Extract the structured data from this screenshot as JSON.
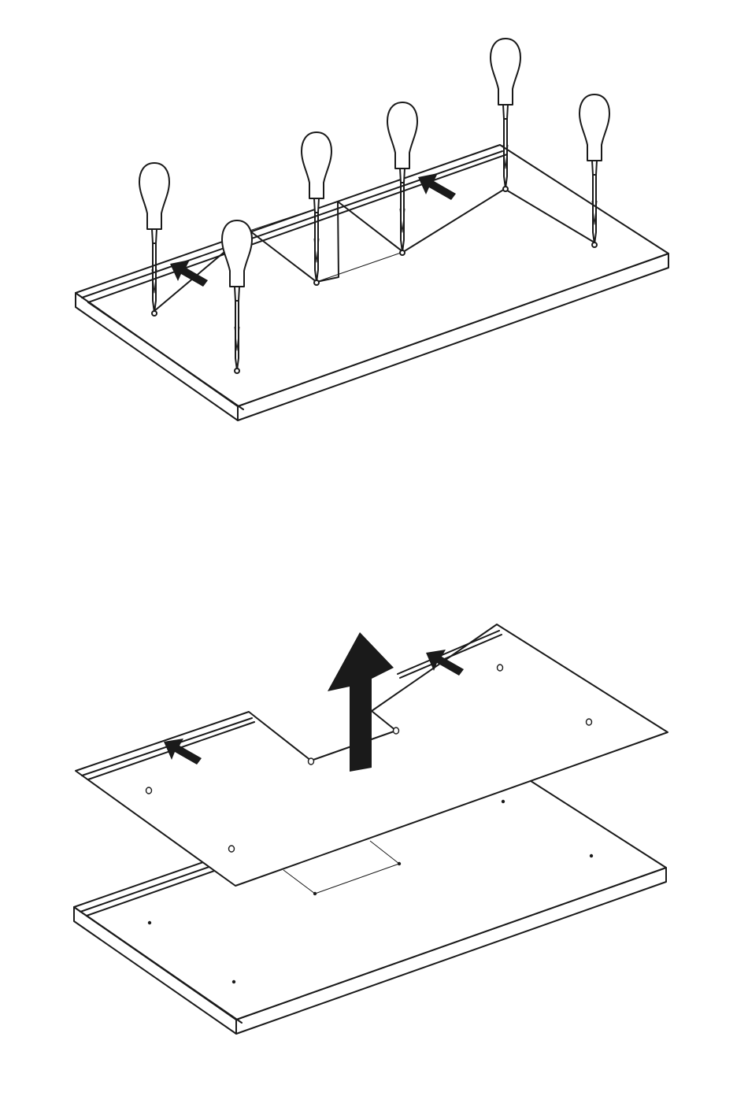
{
  "diagram": {
    "steps": [
      {
        "id": "step-unscrew",
        "tool": "screwdriver-icon",
        "screwdriver_count": 6,
        "push_arrows": 2
      },
      {
        "id": "step-lift-panel",
        "lift_arrow": "up-arrow-icon",
        "push_arrows": 2,
        "panel_holes": 6,
        "base_screw_points": 6
      }
    ],
    "colors": {
      "ink": "#1a1a1a",
      "paper": "#ffffff"
    }
  }
}
